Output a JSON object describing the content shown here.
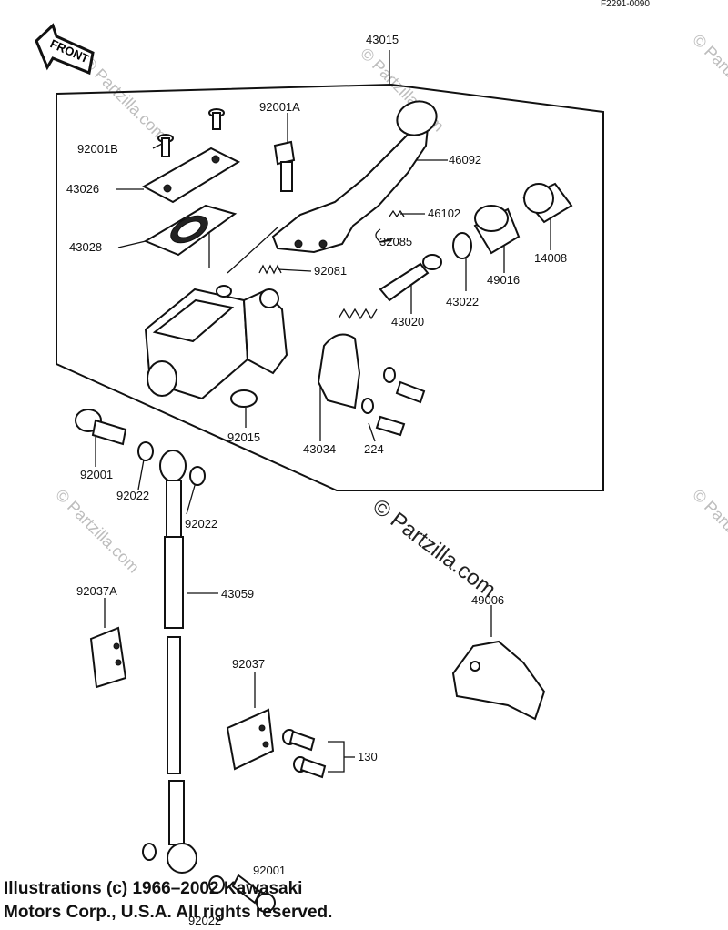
{
  "figure_id": "F2291-0090",
  "front_badge": "FRONT",
  "watermark": "© Partzilla.com",
  "copyright_line1": "Illustrations (c) 1966–2002 Kawasaki",
  "copyright_line2": "Motors Corp., U.S.A.  All rights reserved.",
  "parts": {
    "p43015": "43015",
    "p92001A": "92001A",
    "p92001B": "92001B",
    "p46092": "46092",
    "p43026": "43026",
    "p46102": "46102",
    "p43028": "43028",
    "p32085": "32085",
    "p14008": "14008",
    "p49016": "49016",
    "p92081": "92081",
    "p43022": "43022",
    "p43020": "43020",
    "p92015": "92015",
    "p43034": "43034",
    "p224": "224",
    "p92001_top": "92001",
    "p92022_a": "92022",
    "p92022_b": "92022",
    "p49006": "49006",
    "p92037A": "92037A",
    "p43059": "43059",
    "p92037": "92037",
    "p130": "130",
    "p92001_bottom": "92001",
    "p92022_c": "92022"
  }
}
